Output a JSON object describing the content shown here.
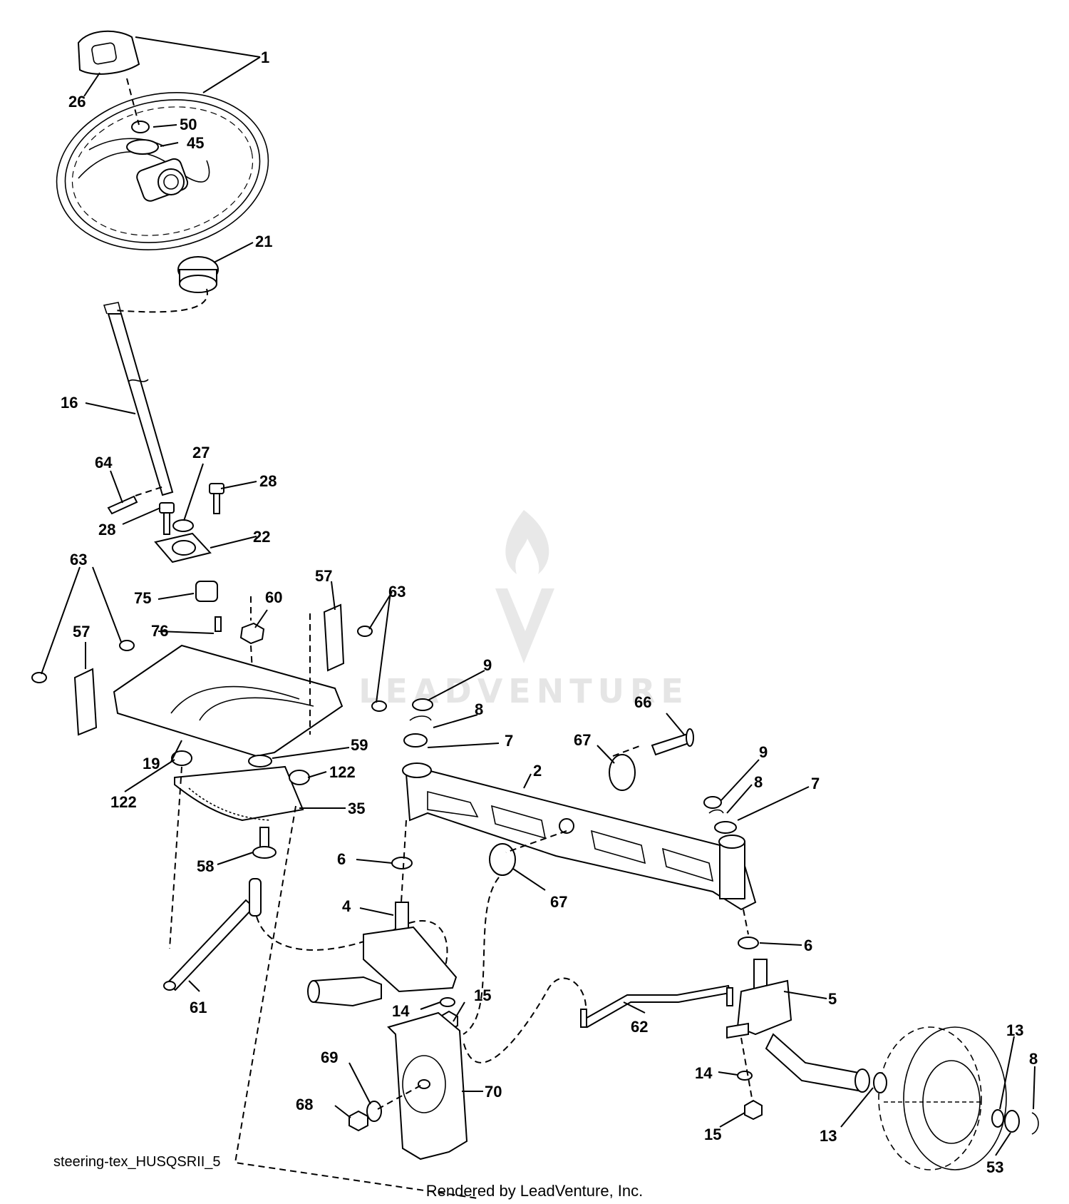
{
  "watermark": {
    "text": "LEADVENTURE"
  },
  "caption": "steering-tex_HUSQSRII_5",
  "credit": "Rendered by LeadVenture, Inc.",
  "callouts": {
    "c1": "1",
    "c26": "26",
    "c50": "50",
    "c45": "45",
    "c21": "21",
    "c16": "16",
    "c64": "64",
    "c27": "27",
    "c28a": "28",
    "c28b": "28",
    "c22": "22",
    "c63a": "63",
    "c63b": "63",
    "c75": "75",
    "c60": "60",
    "c57a": "57",
    "c57b": "57",
    "c76": "76",
    "c19": "19",
    "c59": "59",
    "c122a": "122",
    "c122b": "122",
    "c35": "35",
    "c58": "58",
    "c61": "61",
    "c9a": "9",
    "c8a": "8",
    "c7a": "7",
    "c66": "66",
    "c67a": "67",
    "c2": "2",
    "c9b": "9",
    "c8b": "8",
    "c7b": "7",
    "c6a": "6",
    "c67b": "67",
    "c4": "4",
    "c6b": "6",
    "c15a": "15",
    "c14a": "14",
    "c5": "5",
    "c62": "62",
    "c69": "69",
    "c70": "70",
    "c68": "68",
    "c14b": "14",
    "c15b": "15",
    "c13a": "13",
    "c8c": "8",
    "c13b": "13",
    "c53": "53"
  }
}
